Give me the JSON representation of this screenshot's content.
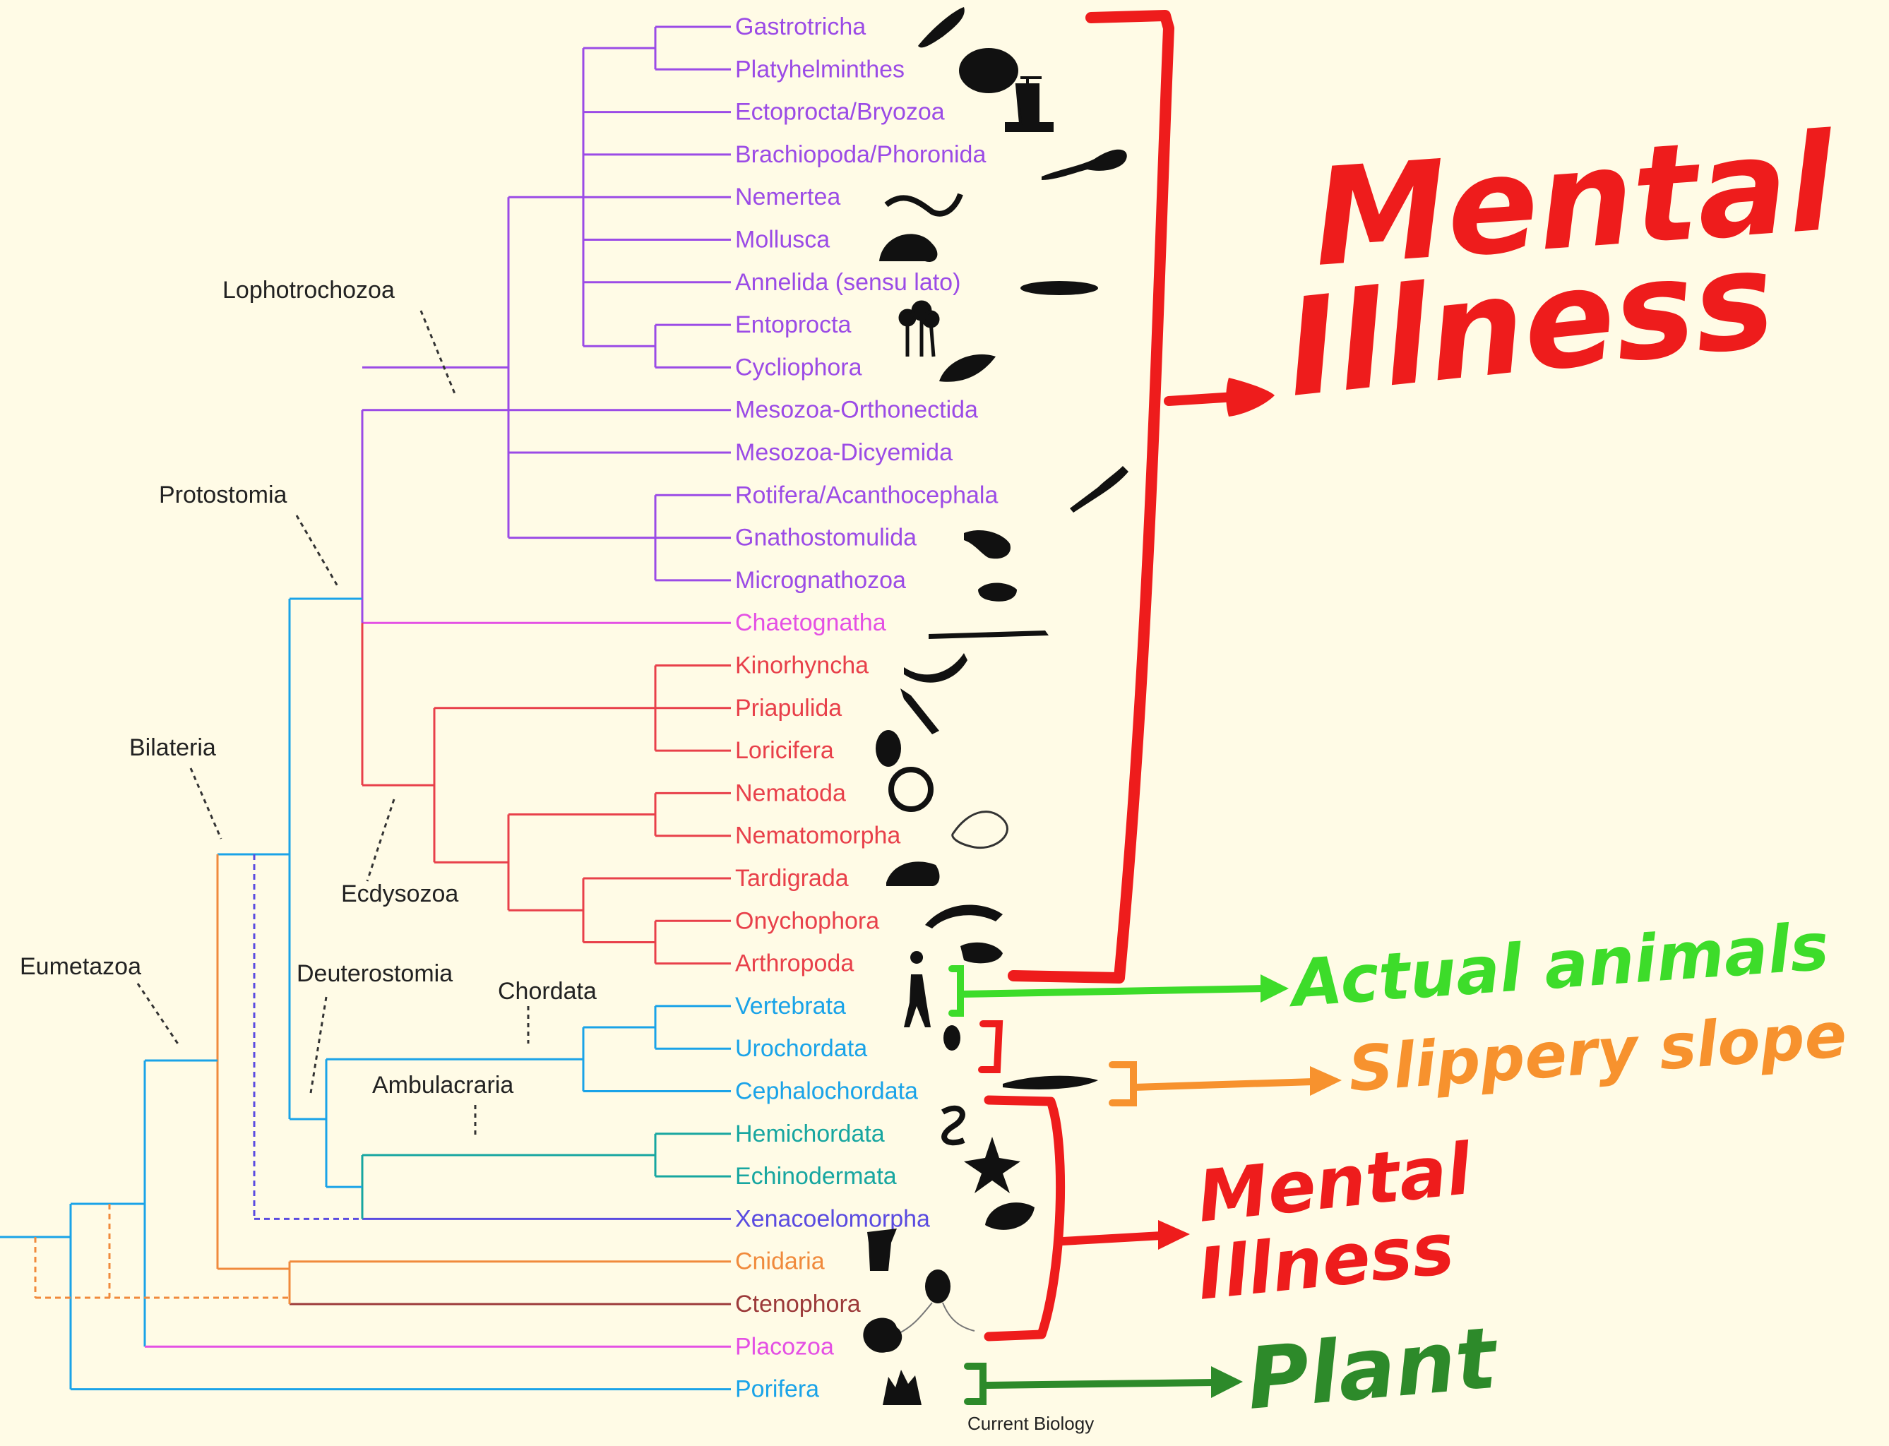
{
  "credit": "Current Biology",
  "colors": {
    "purple": "#9b4be6",
    "magenta": "#e450e4",
    "red": "#e8404a",
    "blue": "#1aa3e8",
    "teal": "#17a6a0",
    "indigo": "#5a4be0",
    "orange": "#f08a3c",
    "maroon": "#9c3a3a",
    "annot_red": "#ee1c1c",
    "annot_green": "#3ddc2a",
    "annot_orange": "#f7922e",
    "annot_darkgreen": "#2d8a2a"
  },
  "taxa": [
    {
      "name": "Gastrotricha",
      "color": "#9b4be6"
    },
    {
      "name": "Platyhelminthes",
      "color": "#9b4be6"
    },
    {
      "name": "Ectoprocta/Bryozoa",
      "color": "#9b4be6"
    },
    {
      "name": "Brachiopoda/Phoronida",
      "color": "#9b4be6"
    },
    {
      "name": "Nemertea",
      "color": "#9b4be6"
    },
    {
      "name": "Mollusca",
      "color": "#9b4be6"
    },
    {
      "name": "Annelida (sensu lato)",
      "color": "#9b4be6"
    },
    {
      "name": "Entoprocta",
      "color": "#9b4be6"
    },
    {
      "name": "Cycliophora",
      "color": "#9b4be6"
    },
    {
      "name": "Mesozoa-Orthonectida",
      "color": "#9b4be6"
    },
    {
      "name": "Mesozoa-Dicyemida",
      "color": "#9b4be6"
    },
    {
      "name": "Rotifera/Acanthocephala",
      "color": "#9b4be6"
    },
    {
      "name": "Gnathostomulida",
      "color": "#9b4be6"
    },
    {
      "name": "Micrognathozoa",
      "color": "#9b4be6"
    },
    {
      "name": "Chaetognatha",
      "color": "#e450e4"
    },
    {
      "name": "Kinorhyncha",
      "color": "#e8404a"
    },
    {
      "name": "Priapulida",
      "color": "#e8404a"
    },
    {
      "name": "Loricifera",
      "color": "#e8404a"
    },
    {
      "name": "Nematoda",
      "color": "#e8404a"
    },
    {
      "name": "Nematomorpha",
      "color": "#e8404a"
    },
    {
      "name": "Tardigrada",
      "color": "#e8404a"
    },
    {
      "name": "Onychophora",
      "color": "#e8404a"
    },
    {
      "name": "Arthropoda",
      "color": "#e8404a"
    },
    {
      "name": "Vertebrata",
      "color": "#1aa3e8"
    },
    {
      "name": "Urochordata",
      "color": "#1aa3e8"
    },
    {
      "name": "Cephalochordata",
      "color": "#1aa3e8"
    },
    {
      "name": "Hemichordata",
      "color": "#17a6a0"
    },
    {
      "name": "Echinodermata",
      "color": "#17a6a0"
    },
    {
      "name": "Xenacoelomorpha",
      "color": "#5a4be0"
    },
    {
      "name": "Cnidaria",
      "color": "#f08a3c"
    },
    {
      "name": "Ctenophora",
      "color": "#9c3a3a"
    },
    {
      "name": "Placozoa",
      "color": "#e450e4"
    },
    {
      "name": "Porifera",
      "color": "#1aa3e8"
    }
  ],
  "clades": [
    {
      "name": "Lophotrochozoa"
    },
    {
      "name": "Protostomia"
    },
    {
      "name": "Bilateria"
    },
    {
      "name": "Ecdysozoa"
    },
    {
      "name": "Eumetazoa"
    },
    {
      "name": "Deuterostomia"
    },
    {
      "name": "Chordata"
    },
    {
      "name": "Ambulacraria"
    }
  ],
  "annotations": [
    {
      "text_line1": "Mental",
      "text_line2": "Illness",
      "color": "#ee1c1c"
    },
    {
      "text_line1": "Actual animals",
      "color": "#3ddc2a"
    },
    {
      "text_line1": "Slippery slope",
      "color": "#f7922e"
    },
    {
      "text_line1": "Mental",
      "text_line2": "Illness",
      "color": "#ee1c1c"
    },
    {
      "text_line1": "Plant",
      "color": "#2d8a2a"
    }
  ]
}
